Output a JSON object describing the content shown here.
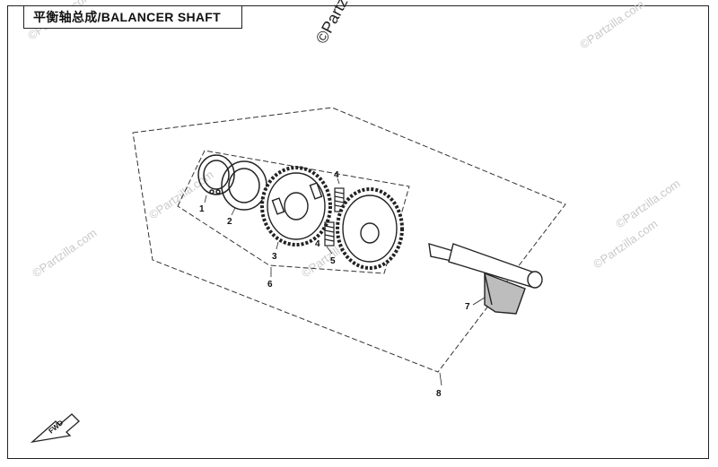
{
  "title": "平衡轴总成/BALANCER SHAFT",
  "watermark_main": "©Partzilla.com",
  "watermark": "©Partzilla.com",
  "fwd_label": "FWD",
  "callouts": [
    {
      "id": "1",
      "text": "1"
    },
    {
      "id": "2",
      "text": "2"
    },
    {
      "id": "3",
      "text": "3"
    },
    {
      "id": "4a",
      "text": "4"
    },
    {
      "id": "4b",
      "text": "4"
    },
    {
      "id": "5",
      "text": "5"
    },
    {
      "id": "6",
      "text": "6"
    },
    {
      "id": "7",
      "text": "7"
    },
    {
      "id": "8",
      "text": "8"
    }
  ]
}
